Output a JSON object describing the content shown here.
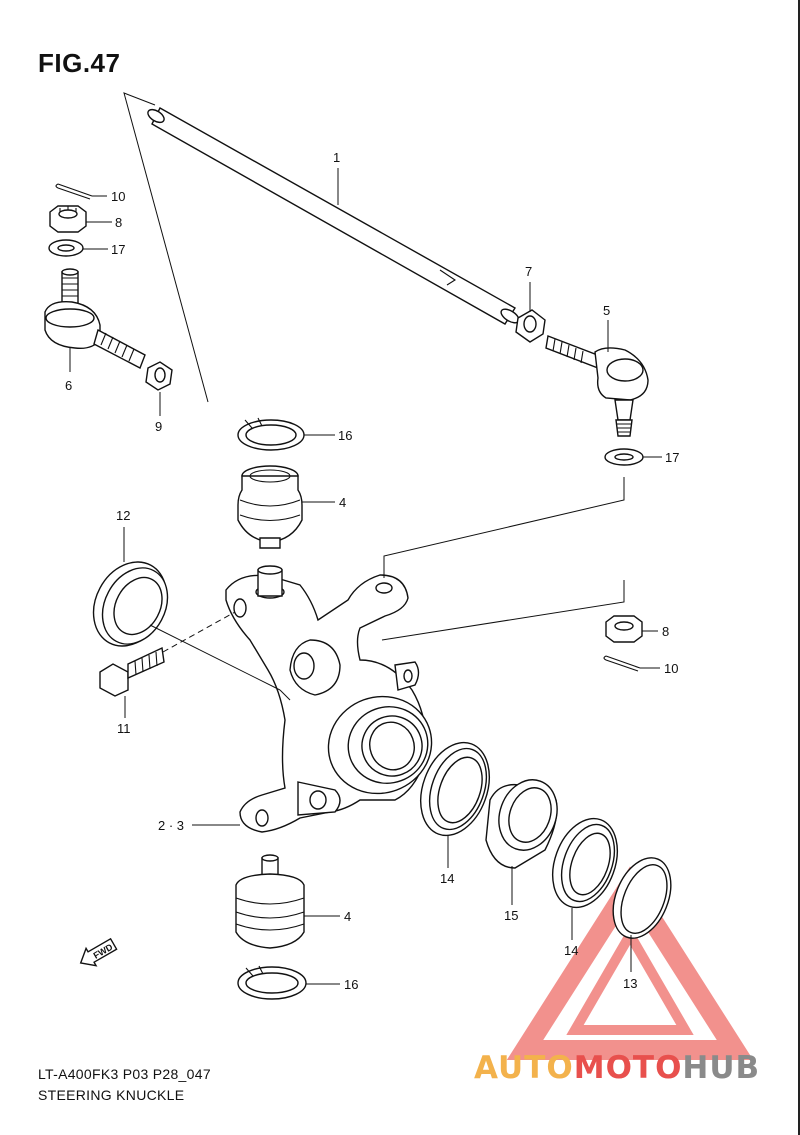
{
  "figure": {
    "title": "FIG.47",
    "model_code": "LT-A400FK3 P03 P28_047",
    "section_name": "STEERING KNUCKLE"
  },
  "callouts": [
    {
      "id": "c1",
      "label": "1"
    },
    {
      "id": "c10a",
      "label": "10"
    },
    {
      "id": "c8a",
      "label": "8"
    },
    {
      "id": "c17a",
      "label": "17"
    },
    {
      "id": "c7",
      "label": "7"
    },
    {
      "id": "c5",
      "label": "5"
    },
    {
      "id": "c6",
      "label": "6"
    },
    {
      "id": "c9",
      "label": "9"
    },
    {
      "id": "c16a",
      "label": "16"
    },
    {
      "id": "c17b",
      "label": "17"
    },
    {
      "id": "c4a",
      "label": "4"
    },
    {
      "id": "c12",
      "label": "12"
    },
    {
      "id": "c8b",
      "label": "8"
    },
    {
      "id": "c10b",
      "label": "10"
    },
    {
      "id": "c11",
      "label": "11"
    },
    {
      "id": "c23",
      "label": "2 · 3"
    },
    {
      "id": "c14a",
      "label": "14"
    },
    {
      "id": "c15",
      "label": "15"
    },
    {
      "id": "c14b",
      "label": "14"
    },
    {
      "id": "c13",
      "label": "13"
    },
    {
      "id": "c4b",
      "label": "4"
    },
    {
      "id": "c16b",
      "label": "16"
    }
  ],
  "fwd_marker": "FWD",
  "watermark": {
    "part1": "AUTO",
    "part2": "MOTO",
    "part3": "HUB",
    "colors": {
      "auto": "#f3b24c",
      "moto": "#e8504d",
      "hub": "#8a8a8a",
      "triangle": "#f07e7a"
    }
  }
}
